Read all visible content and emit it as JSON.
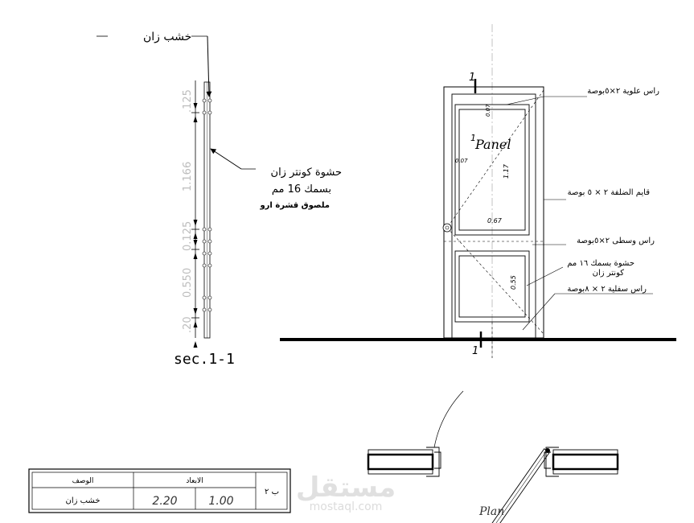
{
  "section": {
    "top_label": "خشب زان",
    "mid_label_1": "حشوة كونتر زان",
    "mid_label_2": "بسمك 16 مم",
    "mid_label_3": "ملصوق قشرة ارو",
    "dims": [
      ".125",
      "1.166",
      "0.125",
      "0.550",
      ".20"
    ],
    "caption": "sec.1-1"
  },
  "elevation": {
    "section_mark": "1",
    "panel_title": "Panel",
    "panel_title_sup": "1",
    "dim_top": "0.07",
    "dim_left": "0.07",
    "dim_height": "1.17",
    "dim_width": "0.67",
    "dim_lower": "0.55",
    "notes": [
      "راس علوية ٢×٥بوصة",
      "قايم الضلفة ٢ × ٥ بوصة",
      "راس وسطى ٢×٥بوصة",
      "حشوة بسمك ١٦ مم",
      "كونتر زان",
      "راس سفلية ٢ × ٨بوصة"
    ]
  },
  "plan": {
    "caption": "Plan"
  },
  "table": {
    "headers": {
      "desc": "الوصف",
      "dims": "الابعاد"
    },
    "row": {
      "desc": "خشب زان",
      "h": "2.20",
      "w": "1.00",
      "code": "ب ٢"
    }
  },
  "watermark": {
    "arabic": "مستقل",
    "latin": "mostaql.com"
  }
}
